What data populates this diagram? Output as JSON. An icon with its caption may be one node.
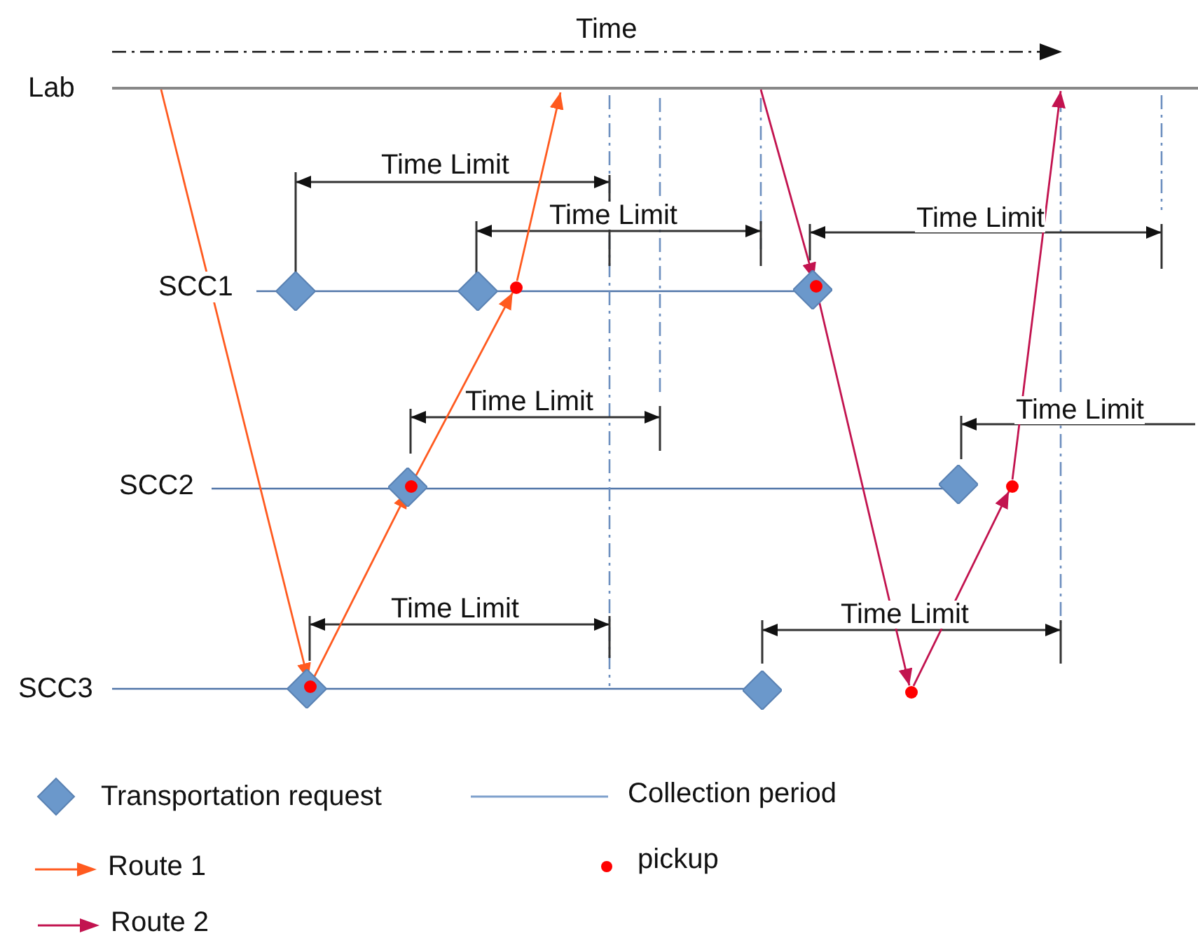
{
  "diagram": {
    "nodes": [
      {
        "text": [
          "Lab"
        ]
      },
      {
        "text": [
          "SCC1"
        ]
      },
      {
        "text": [
          "SCC2"
        ]
      },
      {
        "text": [
          "SCC3"
        ]
      },
      {
        "text": [],
        "shape": "diamond"
      },
      {
        "text": [],
        "shape": "diamond"
      },
      {
        "text": [],
        "shape": "diamond"
      },
      {
        "text": [],
        "shape": "circle"
      },
      {
        "text": [],
        "shape": "circle",
        "in": 6
      },
      {
        "text": [],
        "shape": "diamond"
      },
      {
        "text": [],
        "shape": "circle",
        "in": 9
      },
      {
        "text": [],
        "shape": "diamond"
      },
      {
        "text": [],
        "shape": "circle"
      },
      {
        "text": [],
        "shape": "diamond"
      },
      {
        "text": [],
        "shape": "circle",
        "in": 13
      },
      {
        "text": [],
        "shape": "diamond"
      },
      {
        "text": [],
        "shape": "circle"
      }
    ],
    "edges": [
      {
        "from": null,
        "to": 14,
        "arrow": "to",
        "color": "#ff5a1f"
      },
      {
        "from": 14,
        "to": 10,
        "arrow": "to",
        "color": "#ff5a1f"
      },
      {
        "from": 10,
        "to": 7,
        "arrow": "to",
        "color": "#ff5a1f"
      },
      {
        "from": 7,
        "to": null,
        "arrow": "to",
        "color": "#ff5a1f"
      },
      {
        "from": null,
        "to": 8,
        "arrow": "to",
        "color": "#c2134f"
      },
      {
        "from": 8,
        "to": 16,
        "arrow": "to",
        "color": "#c2134f"
      },
      {
        "from": 16,
        "to": 12,
        "arrow": "to",
        "color": "#c2134f"
      },
      {
        "from": 12,
        "to": null,
        "arrow": "to",
        "color": "#c2134f"
      }
    ],
    "labels": [
      "Time",
      "Time Limit",
      "Time Limit",
      "Time Limit",
      "Time Limit",
      "Time Limit",
      "Time Limit",
      "Time Limit"
    ],
    "legend": [
      {
        "text": "Transportation request"
      },
      {
        "text": "Collection period"
      },
      {
        "text": "Route 1"
      },
      {
        "text": "pickup"
      },
      {
        "text": "Route 2"
      }
    ]
  }
}
